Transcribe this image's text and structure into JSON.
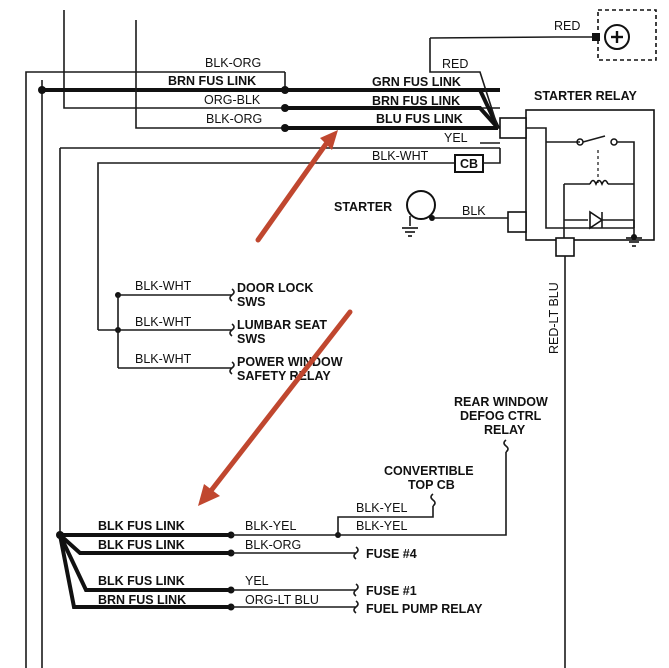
{
  "colors": {
    "ink": "#111111",
    "arrow": "#c0472f",
    "background": "#ffffff"
  },
  "top": {
    "red_left": "RED",
    "red_top": "RED",
    "blk_org_1": "BLK-ORG",
    "brn_fus_link_1": "BRN FUS LINK",
    "org_blk": "ORG-BLK",
    "blk_org_2": "BLK-ORG",
    "grn_fus_link": "GRN FUS LINK",
    "brn_fus_link_2": "BRN FUS LINK",
    "blu_fus_link": "BLU FUS LINK",
    "yel": "YEL",
    "blk_wht": "BLK-WHT",
    "cb": "CB",
    "starter_relay": "STARTER RELAY",
    "starter": "STARTER",
    "blk": "BLK",
    "red_lt_blu": "RED-LT BLU"
  },
  "middle": {
    "rows": [
      {
        "wire": "BLK-WHT",
        "dest1": "DOOR LOCK",
        "dest2": "SWS"
      },
      {
        "wire": "BLK-WHT",
        "dest1": "LUMBAR SEAT",
        "dest2": "SWS"
      },
      {
        "wire": "BLK-WHT",
        "dest1": "POWER WINDOW",
        "dest2": "SAFETY RELAY"
      }
    ]
  },
  "bottom": {
    "rear_window": [
      "REAR WINDOW",
      "DEFOG CTRL",
      "RELAY"
    ],
    "convertible": [
      "CONVERTIBLE",
      "TOP CB"
    ],
    "blk_yel_upper": "BLK-YEL",
    "blk_yel_lower": "BLK-YEL",
    "links": [
      {
        "link": "BLK FUS LINK",
        "wire": "BLK-YEL",
        "dest": ""
      },
      {
        "link": "BLK FUS LINK",
        "wire": "BLK-ORG",
        "dest": "FUSE #4"
      },
      {
        "link": "BLK FUS LINK",
        "wire": "YEL",
        "dest": "FUSE #1"
      },
      {
        "link": "BRN FUS LINK",
        "wire": "ORG-LT BLU",
        "dest": "FUEL PUMP RELAY"
      }
    ]
  }
}
